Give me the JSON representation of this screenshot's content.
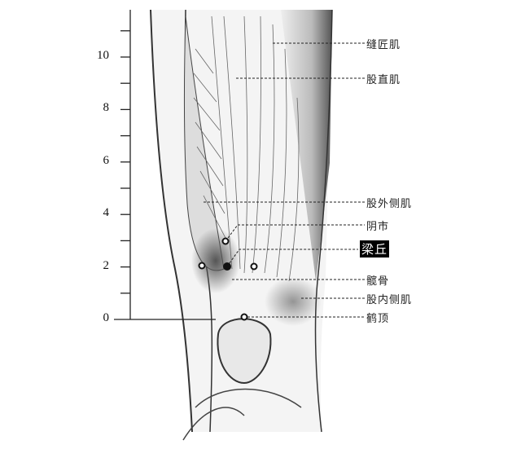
{
  "axis": {
    "ticks": [
      "0",
      "2",
      "4",
      "6",
      "8",
      "10"
    ],
    "minor_step": 1,
    "max": 11.5
  },
  "labels": {
    "sartorius": "缝匠肌",
    "rectus_femoris": "股直肌",
    "vastus_lateralis": "股外侧肌",
    "yinshi": "阴市",
    "liangqiu": "梁丘",
    "patella": "髋骨",
    "vastus_medialis": "股内侧肌",
    "heding": "鹤顶"
  },
  "colors": {
    "ink": "#222222",
    "highlight_bg": "#000000"
  }
}
